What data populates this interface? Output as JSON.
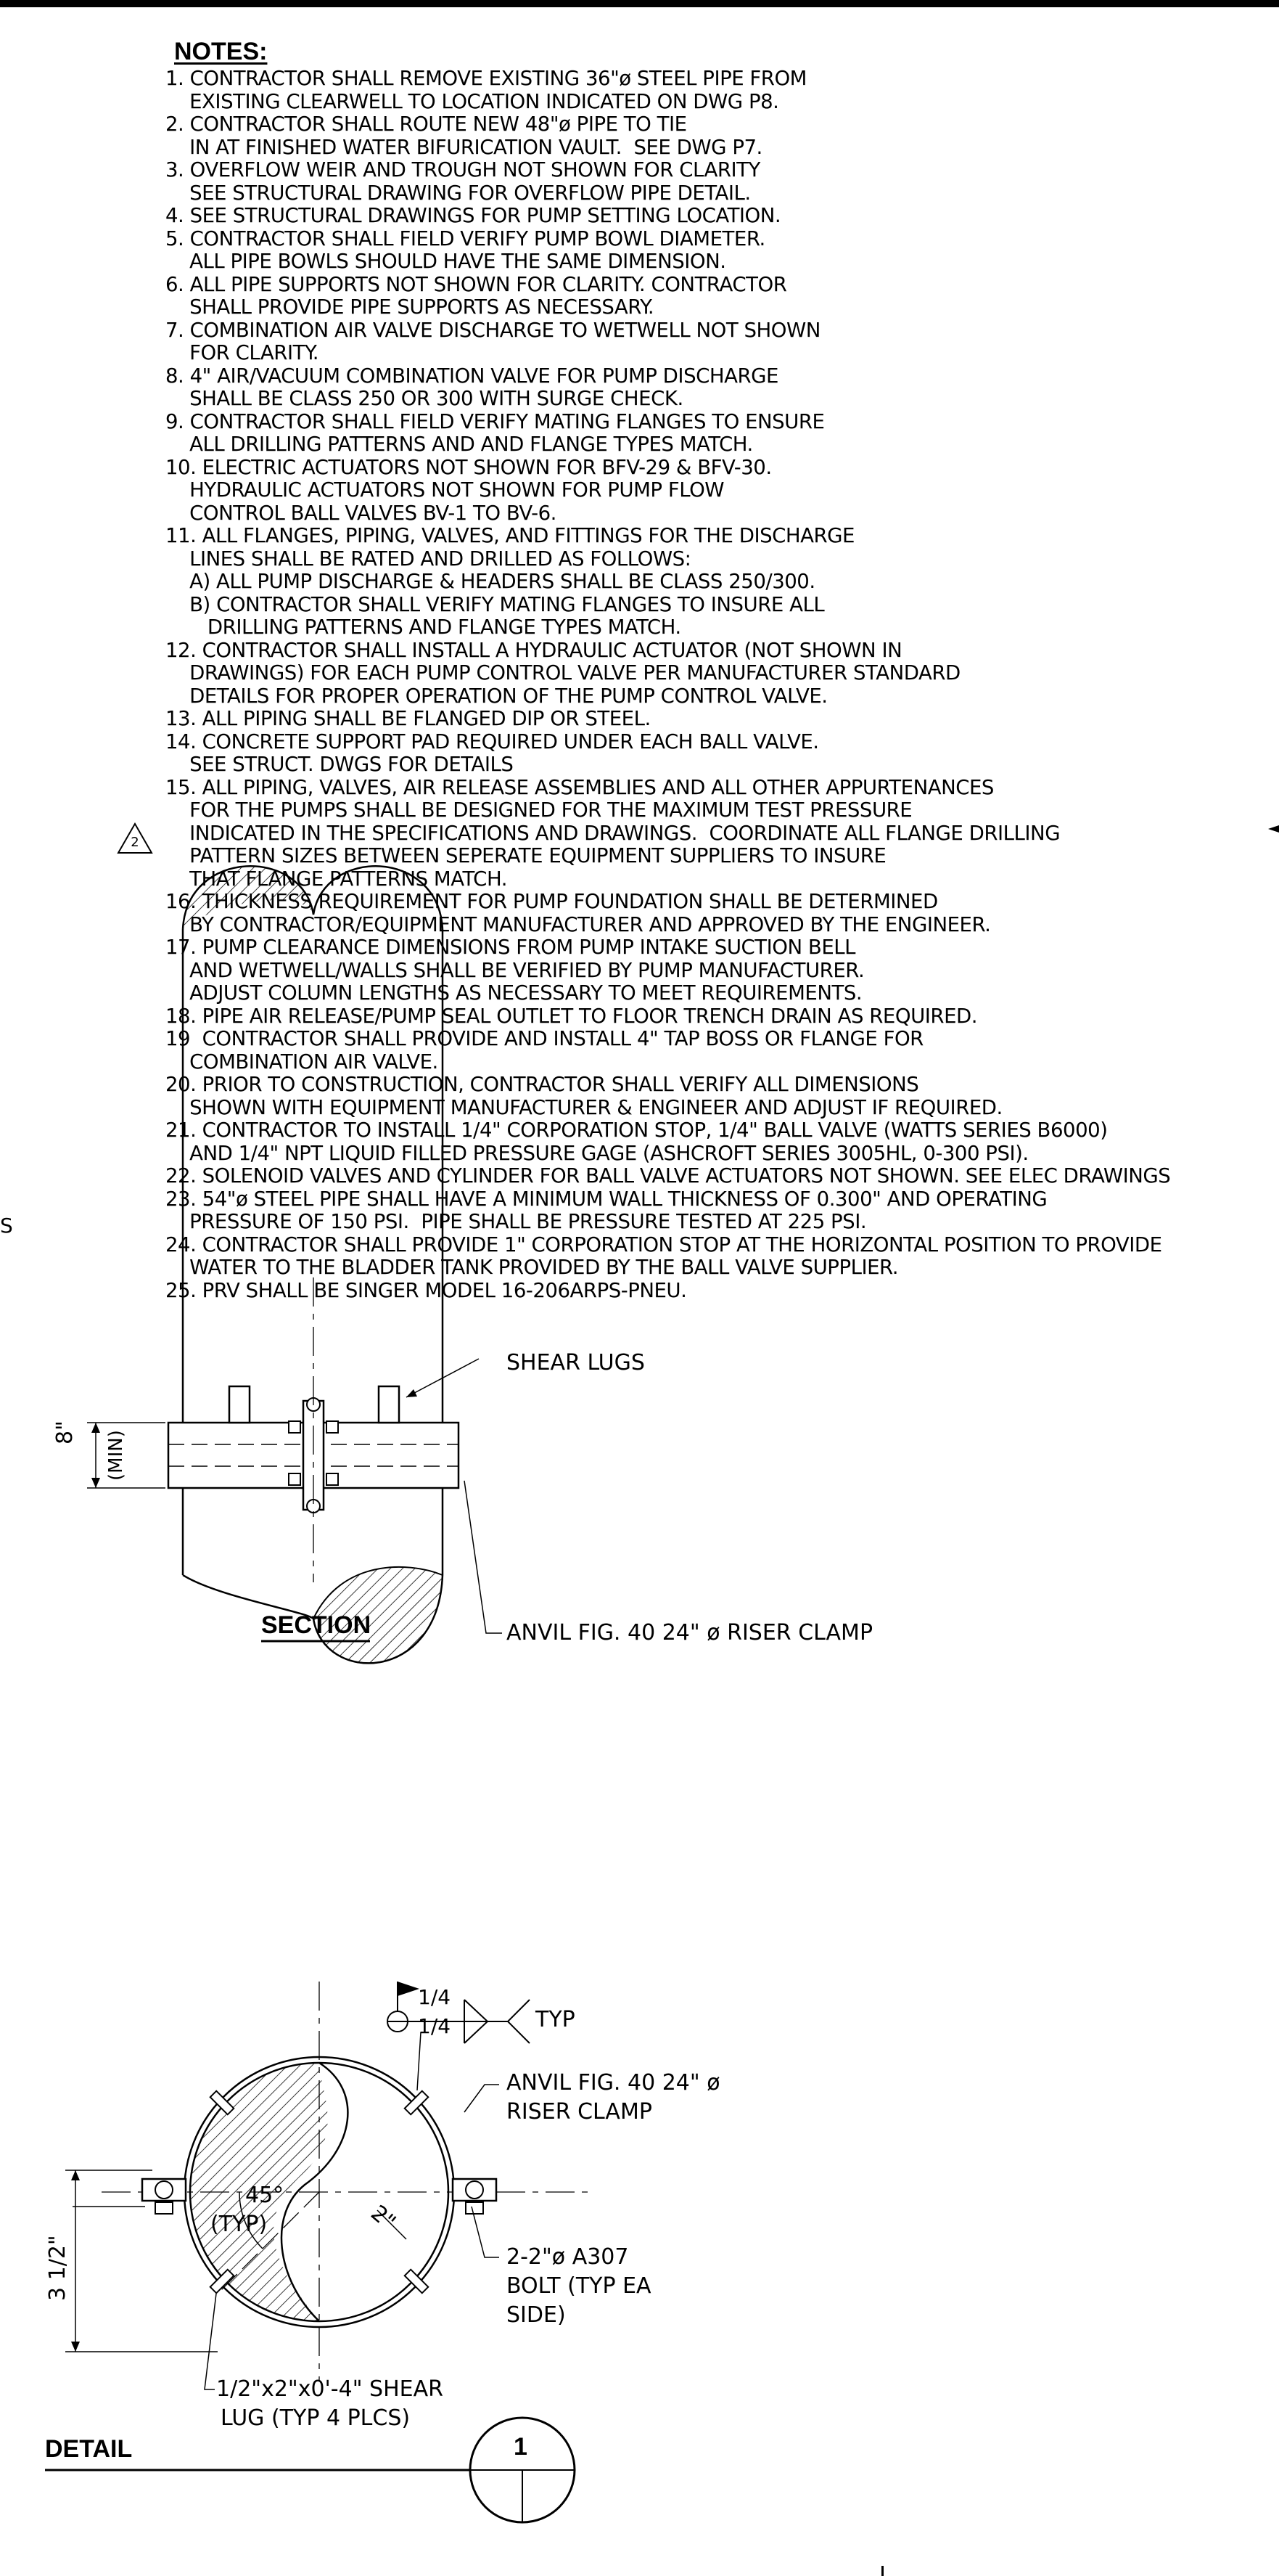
{
  "notes": {
    "heading": "NOTES:",
    "items": [
      "1. CONTRACTOR SHALL REMOVE EXISTING 36\"ø STEEL PIPE FROM",
      "    EXISTING CLEARWELL TO LOCATION INDICATED ON DWG P8.",
      "2. CONTRACTOR SHALL ROUTE NEW 48\"ø PIPE TO TIE",
      "    IN AT FINISHED WATER BIFURICATION VAULT.  SEE DWG P7.",
      "3. OVERFLOW WEIR AND TROUGH NOT SHOWN FOR CLARITY",
      "    SEE STRUCTURAL DRAWING FOR OVERFLOW PIPE DETAIL.",
      "4. SEE STRUCTURAL DRAWINGS FOR PUMP SETTING LOCATION.",
      "5. CONTRACTOR SHALL FIELD VERIFY PUMP BOWL DIAMETER.",
      "    ALL PIPE BOWLS SHOULD HAVE THE SAME DIMENSION.",
      "6. ALL PIPE SUPPORTS NOT SHOWN FOR CLARITY. CONTRACTOR",
      "    SHALL PROVIDE PIPE SUPPORTS AS NECESSARY.",
      "7. COMBINATION AIR VALVE DISCHARGE TO WETWELL NOT SHOWN",
      "    FOR CLARITY.",
      "8. 4\" AIR/VACUUM COMBINATION VALVE FOR PUMP DISCHARGE",
      "    SHALL BE CLASS 250 OR 300 WITH SURGE CHECK.",
      "9. CONTRACTOR SHALL FIELD VERIFY MATING FLANGES TO ENSURE",
      "    ALL DRILLING PATTERNS AND AND FLANGE TYPES MATCH.",
      "10. ELECTRIC ACTUATORS NOT SHOWN FOR BFV-29 & BFV-30.",
      "    HYDRAULIC ACTUATORS NOT SHOWN FOR PUMP FLOW",
      "    CONTROL BALL VALVES BV-1 TO BV-6.",
      "11. ALL FLANGES, PIPING, VALVES, AND FITTINGS FOR THE DISCHARGE",
      "    LINES SHALL BE RATED AND DRILLED AS FOLLOWS:",
      "    A) ALL PUMP DISCHARGE & HEADERS SHALL BE CLASS 250/300.",
      "    B) CONTRACTOR SHALL VERIFY MATING FLANGES TO INSURE ALL",
      "       DRILLING PATTERNS AND FLANGE TYPES MATCH.",
      "12. CONTRACTOR SHALL INSTALL A HYDRAULIC ACTUATOR (NOT SHOWN IN",
      "    DRAWINGS) FOR EACH PUMP CONTROL VALVE PER MANUFACTURER STANDARD",
      "    DETAILS FOR PROPER OPERATION OF THE PUMP CONTROL VALVE.",
      "13. ALL PIPING SHALL BE FLANGED DIP OR STEEL.",
      "14. CONCRETE SUPPORT PAD REQUIRED UNDER EACH BALL VALVE.",
      "    SEE STRUCT. DWGS FOR DETAILS",
      "15. ALL PIPING, VALVES, AIR RELEASE ASSEMBLIES AND ALL OTHER APPURTENANCES",
      "    FOR THE PUMPS SHALL BE DESIGNED FOR THE MAXIMUM TEST PRESSURE",
      "    INDICATED IN THE SPECIFICATIONS AND DRAWINGS.  COORDINATE ALL FLANGE DRILLING",
      "    PATTERN SIZES BETWEEN SEPERATE EQUIPMENT SUPPLIERS TO INSURE",
      "    THAT FLANGE PATTERNS MATCH.",
      "16. THICKNESS REQUIREMENT FOR PUMP FOUNDATION SHALL BE DETERMINED",
      "    BY CONTRACTOR/EQUIPMENT MANUFACTURER AND APPROVED BY THE ENGINEER.",
      "17. PUMP CLEARANCE DIMENSIONS FROM PUMP INTAKE SUCTION BELL",
      "    AND WETWELL/WALLS SHALL BE VERIFIED BY PUMP MANUFACTURER.",
      "    ADJUST COLUMN LENGTHS AS NECESSARY TO MEET REQUIREMENTS.",
      "18. PIPE AIR RELEASE/PUMP SEAL OUTLET TO FLOOR TRENCH DRAIN AS REQUIRED.",
      "19  CONTRACTOR SHALL PROVIDE AND INSTALL 4\" TAP BOSS OR FLANGE FOR",
      "    COMBINATION AIR VALVE.",
      "20. PRIOR TO CONSTRUCTION, CONTRACTOR SHALL VERIFY ALL DIMENSIONS",
      "    SHOWN WITH EQUIPMENT MANUFACTURER & ENGINEER AND ADJUST IF REQUIRED.",
      "21. CONTRACTOR TO INSTALL 1/4\" CORPORATION STOP, 1/4\" BALL VALVE (WATTS SERIES B6000)",
      "    AND 1/4\" NPT LIQUID FILLED PRESSURE GAGE (ASHCROFT SERIES 3005HL, 0-300 PSI).",
      "22. SOLENOID VALVES AND CYLINDER FOR BALL VALVE ACTUATORS NOT SHOWN. SEE ELEC DRAWINGS",
      "23. 54\"ø STEEL PIPE SHALL HAVE A MINIMUM WALL THICKNESS OF 0.300\" AND OPERATING",
      "    PRESSURE OF 150 PSI.  PIPE SHALL BE PRESSURE TESTED AT 225 PSI.",
      "24. CONTRACTOR SHALL PROVIDE 1\" CORPORATION STOP AT THE HORIZONTAL POSITION TO PROVIDE",
      "    WATER TO THE BLADDER TANK PROVIDED BY THE BALL VALVE SUPPLIER.",
      "25. PRV SHALL BE SINGER MODEL 16-206ARPS-PNEU."
    ]
  },
  "revision_mark": "2",
  "left_fragment": "S",
  "section": {
    "title": "SECTION",
    "shear_lugs": "SHEAR LUGS",
    "riser_clamp": "ANVIL FIG. 40 24\" ø RISER CLAMP",
    "dim_8": "8\"",
    "dim_min": "(MIN)"
  },
  "detail": {
    "title": "DETAIL",
    "number": "1",
    "weld_top": "1/4",
    "weld_bottom": "1/4",
    "typ": "TYP",
    "clamp_line1": "ANVIL FIG. 40 24\" ø",
    "clamp_line2": "RISER CLAMP",
    "angle_45": "45°",
    "angle_typ": "(TYP)",
    "dim_2": "2\"",
    "dim_3_half": "3 1/2\"",
    "bolt_line1": "2-2\"ø A307",
    "bolt_line2": "BOLT (TYP EA",
    "bolt_line3": "SIDE)",
    "lug_line1": "1/2\"x2\"x0'-4\" SHEAR",
    "lug_line2": "LUG (TYP 4 PLCS)"
  }
}
